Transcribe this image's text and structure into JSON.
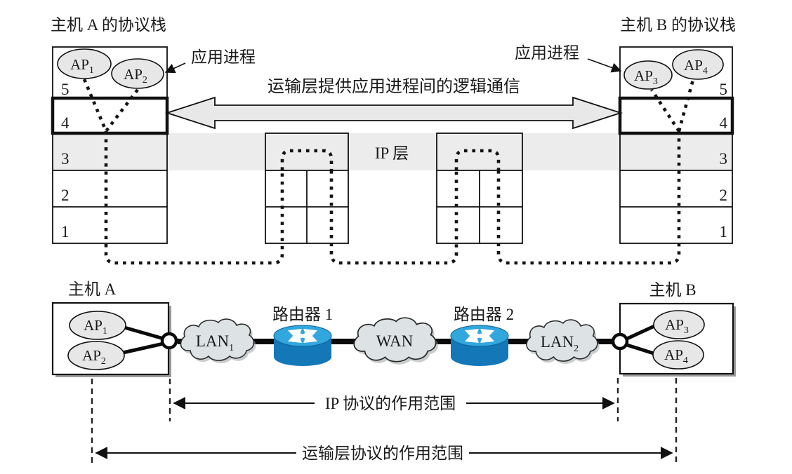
{
  "colors": {
    "ip_band_gray": "#ececec",
    "arrow_fill": "#e8e8e8",
    "ellipse_fill": "#e7e7e7",
    "cloud_fill": "#dde3e5",
    "router_body_blue": "#1377b8",
    "router_top_blue": "#31a7de",
    "line_black": "#111111"
  },
  "top": {
    "host_a_title": "主机 A 的协议栈",
    "host_b_title": "主机 B 的协议栈",
    "app_process_left": "应用进程",
    "app_process_right": "应用进程",
    "transport_arrow_label": "运输层提供应用进程间的逻辑通信",
    "ip_layer_label": "IP 层",
    "host_a_layers": [
      "5",
      "4",
      "3",
      "2",
      "1"
    ],
    "host_b_layers": [
      "5",
      "4",
      "3",
      "2",
      "1"
    ],
    "ap1": {
      "base": "AP",
      "sub": "1"
    },
    "ap2": {
      "base": "AP",
      "sub": "2"
    },
    "ap3": {
      "base": "AP",
      "sub": "3"
    },
    "ap4": {
      "base": "AP",
      "sub": "4"
    }
  },
  "bottom": {
    "host_a_label": "主机 A",
    "host_b_label": "主机 B",
    "router1_label": "路由器 1",
    "router2_label": "路由器 2",
    "lan1": {
      "base": "LAN",
      "sub": "1"
    },
    "wan_label": "WAN",
    "lan2": {
      "base": "LAN",
      "sub": "2"
    },
    "ap1": {
      "base": "AP",
      "sub": "1"
    },
    "ap2": {
      "base": "AP",
      "sub": "2"
    },
    "ap3": {
      "base": "AP",
      "sub": "3"
    },
    "ap4": {
      "base": "AP",
      "sub": "4"
    },
    "ip_scope_label": "IP 协议的作用范围",
    "transport_scope_label": "运输层协议的作用范围"
  }
}
